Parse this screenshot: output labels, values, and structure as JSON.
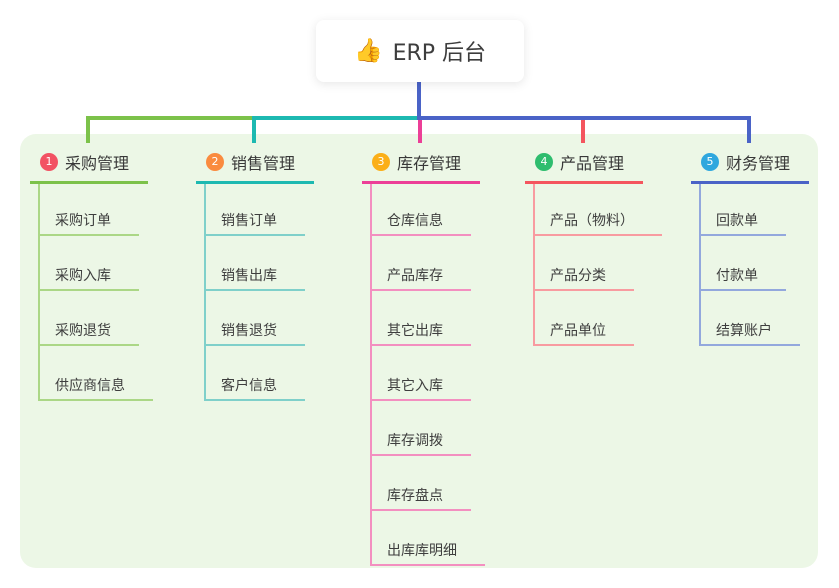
{
  "root": {
    "icon": "👍",
    "label": "ERP 后台"
  },
  "colors": {
    "panel_bg": "#ecf7e6",
    "trunk_blue": "#4a63c7",
    "text_dark": "#3d3d3d"
  },
  "branches": [
    {
      "id": "purchase",
      "badge": "1",
      "label": "采购管理",
      "badge_color": "#f25263",
      "line_color": "#7cc24a",
      "child_color": "#abd786",
      "children": [
        "采购订单",
        "采购入库",
        "采购退货",
        "供应商信息"
      ]
    },
    {
      "id": "sales",
      "badge": "2",
      "label": "销售管理",
      "badge_color": "#fa8b3f",
      "line_color": "#1db9b1",
      "child_color": "#7fd0ca",
      "children": [
        "销售订单",
        "销售出库",
        "销售退货",
        "客户信息"
      ]
    },
    {
      "id": "inventory",
      "badge": "3",
      "label": "库存管理",
      "badge_color": "#fbaf18",
      "line_color": "#ec3f97",
      "child_color": "#f38fc0",
      "children": [
        "仓库信息",
        "产品库存",
        "其它出库",
        "其它入库",
        "库存调拨",
        "库存盘点",
        "出库库明细"
      ]
    },
    {
      "id": "product",
      "badge": "4",
      "label": "产品管理",
      "badge_color": "#2ebd6e",
      "line_color": "#f4555e",
      "child_color": "#f89ba0",
      "children": [
        "产品（物料）",
        "产品分类",
        "产品单位"
      ]
    },
    {
      "id": "finance",
      "badge": "5",
      "label": "财务管理",
      "badge_color": "#2fa7de",
      "line_color": "#4a63c7",
      "child_color": "#93a8dd",
      "children": [
        "回款单",
        "付款单",
        "结算账户"
      ]
    }
  ]
}
